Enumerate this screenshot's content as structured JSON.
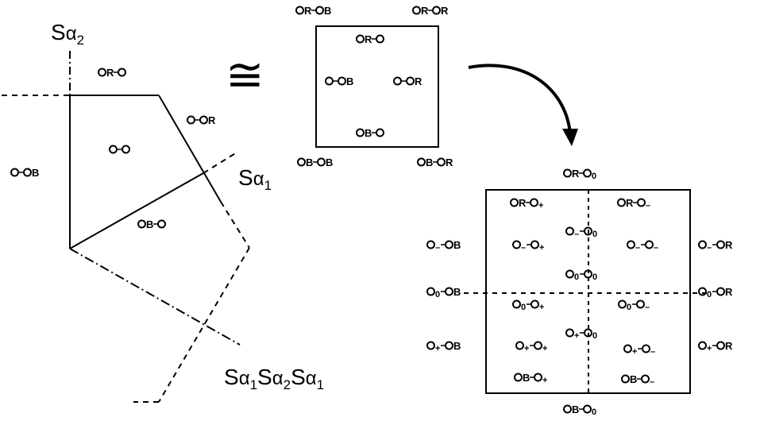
{
  "colors": {
    "ink": "#000000",
    "background": "#ffffff"
  },
  "congruence_symbol": "≅",
  "left_diagram": {
    "reflections": {
      "s_alpha2": {
        "letter": "S",
        "greek": "α",
        "index": "2"
      },
      "s_alpha1": {
        "letter": "S",
        "greek": "α",
        "index": "1"
      },
      "long_word": [
        {
          "letter": "S",
          "greek": "α",
          "index": "1"
        },
        {
          "letter": "S",
          "greek": "α",
          "index": "2"
        },
        {
          "letter": "S",
          "greek": "α",
          "index": "1"
        }
      ]
    },
    "nodes": [
      {
        "left": "R",
        "right": ""
      },
      {
        "left": "",
        "right": "R"
      },
      {
        "left": "",
        "right": ""
      },
      {
        "left": "",
        "right": "B"
      },
      {
        "left": "B",
        "right": ""
      }
    ]
  },
  "middle_square": {
    "nodes": [
      {
        "left": "R",
        "right": "B"
      },
      {
        "left": "R",
        "right": "R"
      },
      {
        "left": "R",
        "right": ""
      },
      {
        "left": "",
        "right": "B"
      },
      {
        "left": "",
        "right": "R"
      },
      {
        "left": "B",
        "right": ""
      },
      {
        "left": "B",
        "right": "B"
      },
      {
        "left": "B",
        "right": "R"
      }
    ]
  },
  "right_grid": {
    "nodes": [
      {
        "left": "R",
        "right": "0"
      },
      {
        "left": "R",
        "right": "+"
      },
      {
        "left": "R",
        "right": "–"
      },
      {
        "left": "–",
        "right": "0"
      },
      {
        "left": "–",
        "right": "B"
      },
      {
        "left": "–",
        "right": "+"
      },
      {
        "left": "–",
        "right": "–"
      },
      {
        "left": "–",
        "right": "R"
      },
      {
        "left": "0",
        "right": "0"
      },
      {
        "left": "0",
        "right": "B"
      },
      {
        "left": "0",
        "right": "R"
      },
      {
        "left": "0",
        "right": "+"
      },
      {
        "left": "0",
        "right": "–"
      },
      {
        "left": "+",
        "right": "0"
      },
      {
        "left": "+",
        "right": "B"
      },
      {
        "left": "+",
        "right": "+"
      },
      {
        "left": "+",
        "right": "–"
      },
      {
        "left": "+",
        "right": "R"
      },
      {
        "left": "B",
        "right": "+"
      },
      {
        "left": "B",
        "right": "–"
      },
      {
        "left": "B",
        "right": "0"
      }
    ]
  }
}
